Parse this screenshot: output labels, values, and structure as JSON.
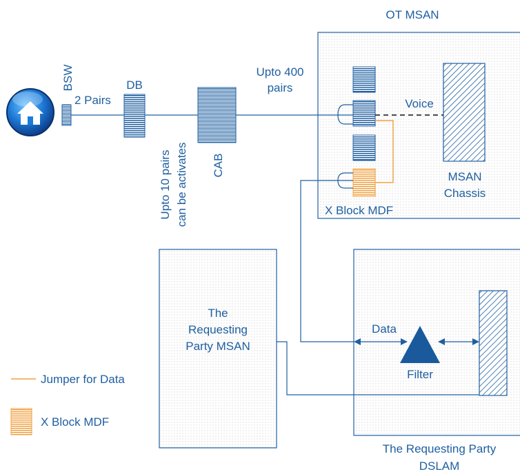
{
  "labels": {
    "ot_msan": "OT MSAN",
    "bsw": "BSW",
    "two_pairs": "2 Pairs",
    "db": "DB",
    "upto_400_line1": "Upto 400",
    "upto_400_line2": "pairs",
    "voice": "Voice",
    "msan_line1": "MSAN",
    "msan_line2": "Chassis",
    "cab": "CAB",
    "upto10_line1": "Upto 10 pairs",
    "upto10_line2": "can be activates",
    "xblock_mdf": "X Block MDF",
    "req_msan_line1": "The",
    "req_msan_line2": "Requesting",
    "req_msan_line3": "Party MSAN",
    "data": "Data",
    "filter": "Filter",
    "req_dslam_line1": "The Requesting Party",
    "req_dslam_line2": "DSLAM"
  },
  "legend": {
    "jumper_label": "Jumper for Data",
    "xblock_label": "X Block MDF"
  },
  "colors": {
    "blue": "#1f5fa0",
    "orange": "#f0a040"
  }
}
